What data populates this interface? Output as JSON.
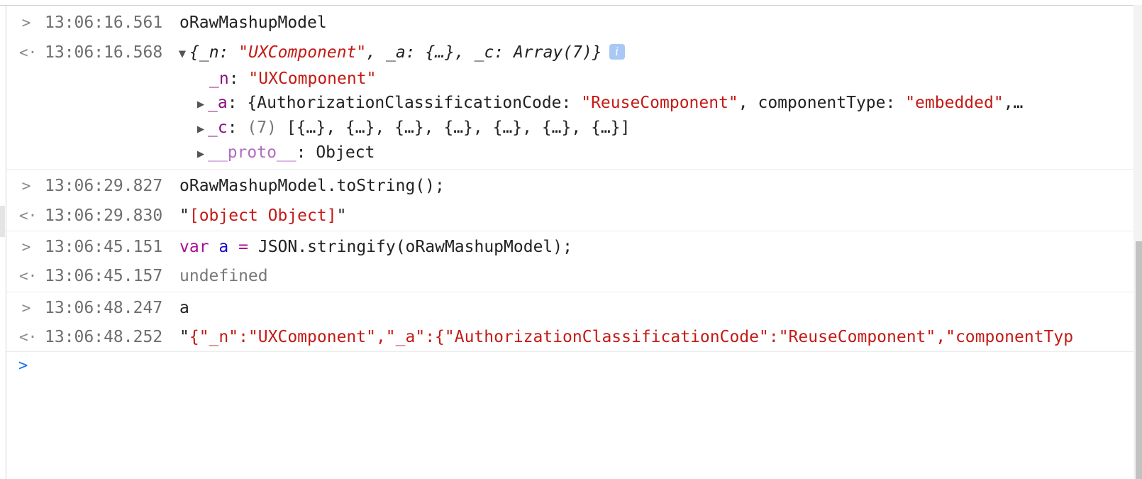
{
  "entries": [
    {
      "input": {
        "prompt": ">",
        "timestamp": "13:06:16.561",
        "code": "oRawMashupModel"
      },
      "output": {
        "prompt": "<·",
        "timestamp": "13:06:16.568",
        "summary_open": "{",
        "summary_n_key": "_n",
        "summary_n_val": "\"UXComponent\"",
        "summary_a_key": "_a",
        "summary_a_val": "{…}",
        "summary_c_key": "_c",
        "summary_c_val": "Array(7)",
        "summary_close": "}",
        "info_icon": "i",
        "children": {
          "n_key": "_n",
          "n_val": "\"UXComponent\"",
          "a_key": "_a",
          "a_key1": "AuthorizationClassificationCode",
          "a_val1": "\"ReuseComponent\"",
          "a_key2": "componentType",
          "a_val2": "\"embedded\"",
          "a_ellipsis": ",…",
          "c_key": "_c",
          "c_count": "(7)",
          "c_items": "[{…}, {…}, {…}, {…}, {…}, {…}, {…}]",
          "proto_key": "__proto__",
          "proto_val": "Object"
        }
      }
    },
    {
      "input": {
        "prompt": ">",
        "timestamp": "13:06:29.827",
        "code": "oRawMashupModel.toString();"
      },
      "output": {
        "prompt": "<·",
        "timestamp": "13:06:29.830",
        "quote_open": "\"",
        "value": "[object Object]",
        "quote_close": "\""
      }
    },
    {
      "input": {
        "prompt": ">",
        "timestamp": "13:06:45.151",
        "code_keyword": "var",
        "code_var": "a",
        "code_op": "=",
        "code_rest": "JSON.stringify(oRawMashupModel);"
      },
      "output": {
        "prompt": "<·",
        "timestamp": "13:06:45.157",
        "value": "undefined"
      }
    },
    {
      "input": {
        "prompt": ">",
        "timestamp": "13:06:48.247",
        "code": "a"
      },
      "output": {
        "prompt": "<·",
        "timestamp": "13:06:48.252",
        "quote_open": "\"",
        "value": "{\"_n\":\"UXComponent\",\"_a\":{\"AuthorizationClassificationCode\":\"ReuseComponent\",\"componentTyp"
      }
    }
  ],
  "input_line": {
    "prompt": ">"
  },
  "colors": {
    "string": "#c41a16",
    "property": "#881280",
    "proto": "#b36bc0",
    "keyword": "#aa0d91",
    "variable": "#1c00cf",
    "timestamp": "#6e6e6e",
    "input_prompt": "#1a73e8",
    "info_badge": "#a9c8f6"
  },
  "icons": {
    "input_prompt": "chevron-right-icon",
    "output_prompt": "return-arrow-icon",
    "expand": "triangle-right-icon",
    "collapse": "triangle-down-icon",
    "info": "info-icon"
  }
}
